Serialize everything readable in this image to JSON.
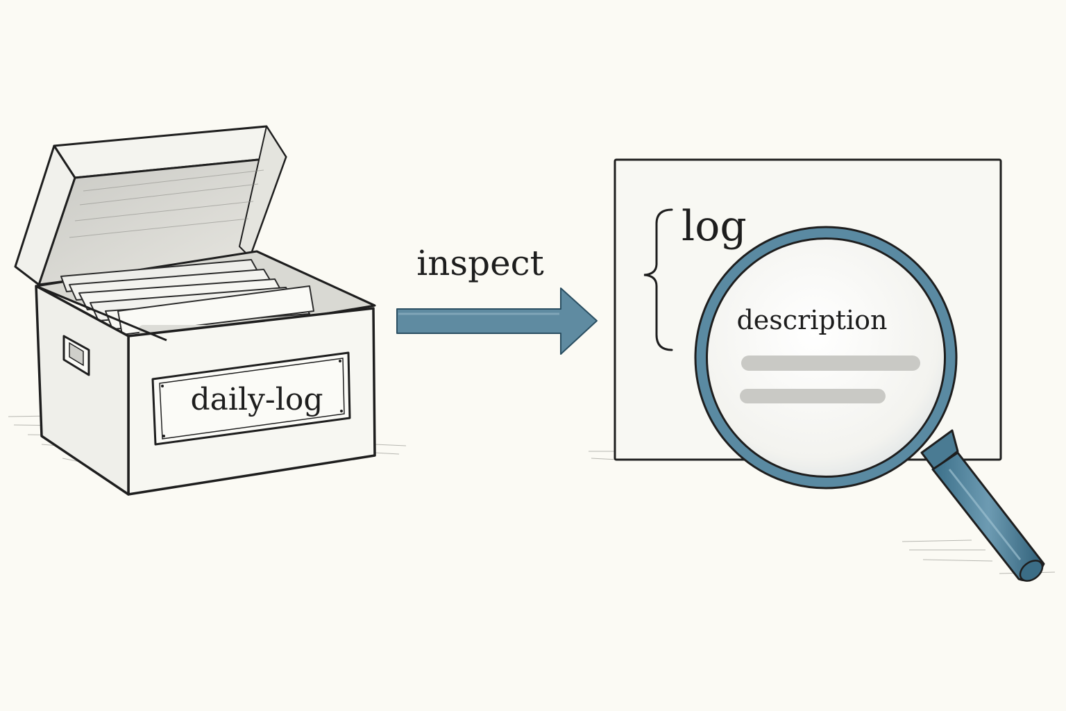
{
  "diagram": {
    "left": {
      "box_label": "daily-log"
    },
    "arrow": {
      "label": "inspect",
      "color": "#5f8ba1"
    },
    "right": {
      "card_title": "log",
      "lens_label": "description",
      "lens_ring_color": "#4f7f98"
    }
  }
}
